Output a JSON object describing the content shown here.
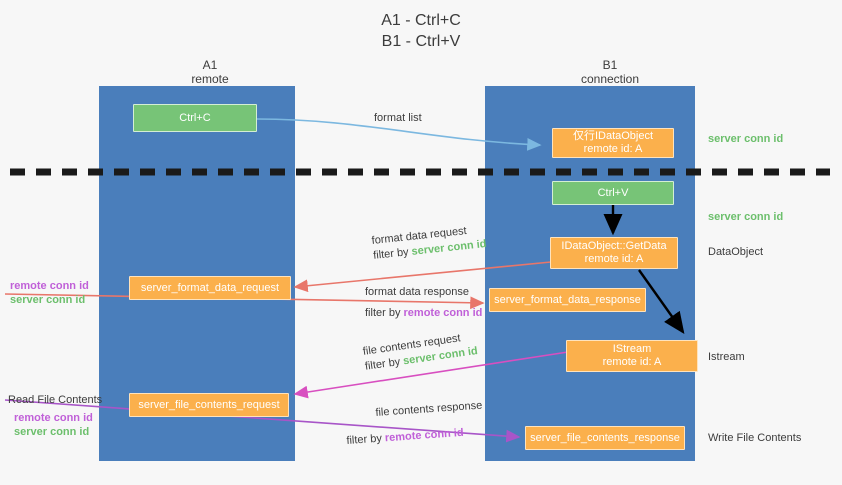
{
  "title": {
    "line1": "A1 - Ctrl+C",
    "line2": "B1 - Ctrl+V"
  },
  "columns": [
    {
      "name": "A1",
      "sub": "remote"
    },
    {
      "name": "B1",
      "sub": "connection"
    }
  ],
  "colors": {
    "lane": "#4a7ebb",
    "green_box": "#77c477",
    "orange_box": "#fbb04c",
    "server_conn_id": "#6cbf6c",
    "remote_conn_id": "#c060d8",
    "arrow_blue": "#7cb8e0",
    "arrow_red": "#e8766a",
    "arrow_magenta": "#d84fc0",
    "arrow_purple": "#a855c8",
    "arrow_black": "#000000",
    "divider": "#1a1a1a",
    "background": "#f7f7f7"
  },
  "boxes": {
    "ctrl_c": {
      "line1": "Ctrl+C",
      "line2": ""
    },
    "idataobject_top": {
      "line1": "仅行IDataObject",
      "line2": "remote id: A"
    },
    "ctrl_v": {
      "line1": "Ctrl+V",
      "line2": ""
    },
    "getdata": {
      "line1": "IDataObject::GetData",
      "line2": "remote id: A"
    },
    "server_format_data_request": {
      "line1": "server_format_data_request",
      "line2": ""
    },
    "server_format_data_response": {
      "line1": "server_format_data_response",
      "line2": ""
    },
    "istream": {
      "line1": "IStream",
      "line2": "remote id: A"
    },
    "server_file_contents_request": {
      "line1": "server_file_contents_request",
      "line2": ""
    },
    "server_file_contents_response": {
      "line1": "server_file_contents_response",
      "line2": ""
    }
  },
  "right_labels": [
    {
      "text": "server conn id",
      "style": "green"
    },
    {
      "text": "server conn id",
      "style": "green"
    },
    {
      "text": "DataObject",
      "style": "plain"
    },
    {
      "text": "Istream",
      "style": "plain"
    },
    {
      "text": "Write File Contents",
      "style": "plain"
    }
  ],
  "left_labels": {
    "group1": {
      "remote": "remote conn id",
      "server": "server conn id"
    },
    "read_file_contents": "Read File Contents",
    "group2": {
      "remote": "remote conn id",
      "server": "server conn id"
    }
  },
  "annotations": {
    "format_list": "format list",
    "format_data_request": {
      "title": "format data request",
      "filter_prefix": "filter by ",
      "filter_key": "server conn id",
      "filter_style": "green"
    },
    "format_data_response": {
      "title": "format data response",
      "filter_prefix": "filter by ",
      "filter_key": "remote conn id",
      "filter_style": "purple"
    },
    "file_contents_request": {
      "title": "file contents request",
      "filter_prefix": "filter by ",
      "filter_key": "server conn id",
      "filter_style": "green"
    },
    "file_contents_response": {
      "title": "file contents response",
      "filter_prefix": "filter by ",
      "filter_key": "remote conn id",
      "filter_style": "purple"
    }
  }
}
